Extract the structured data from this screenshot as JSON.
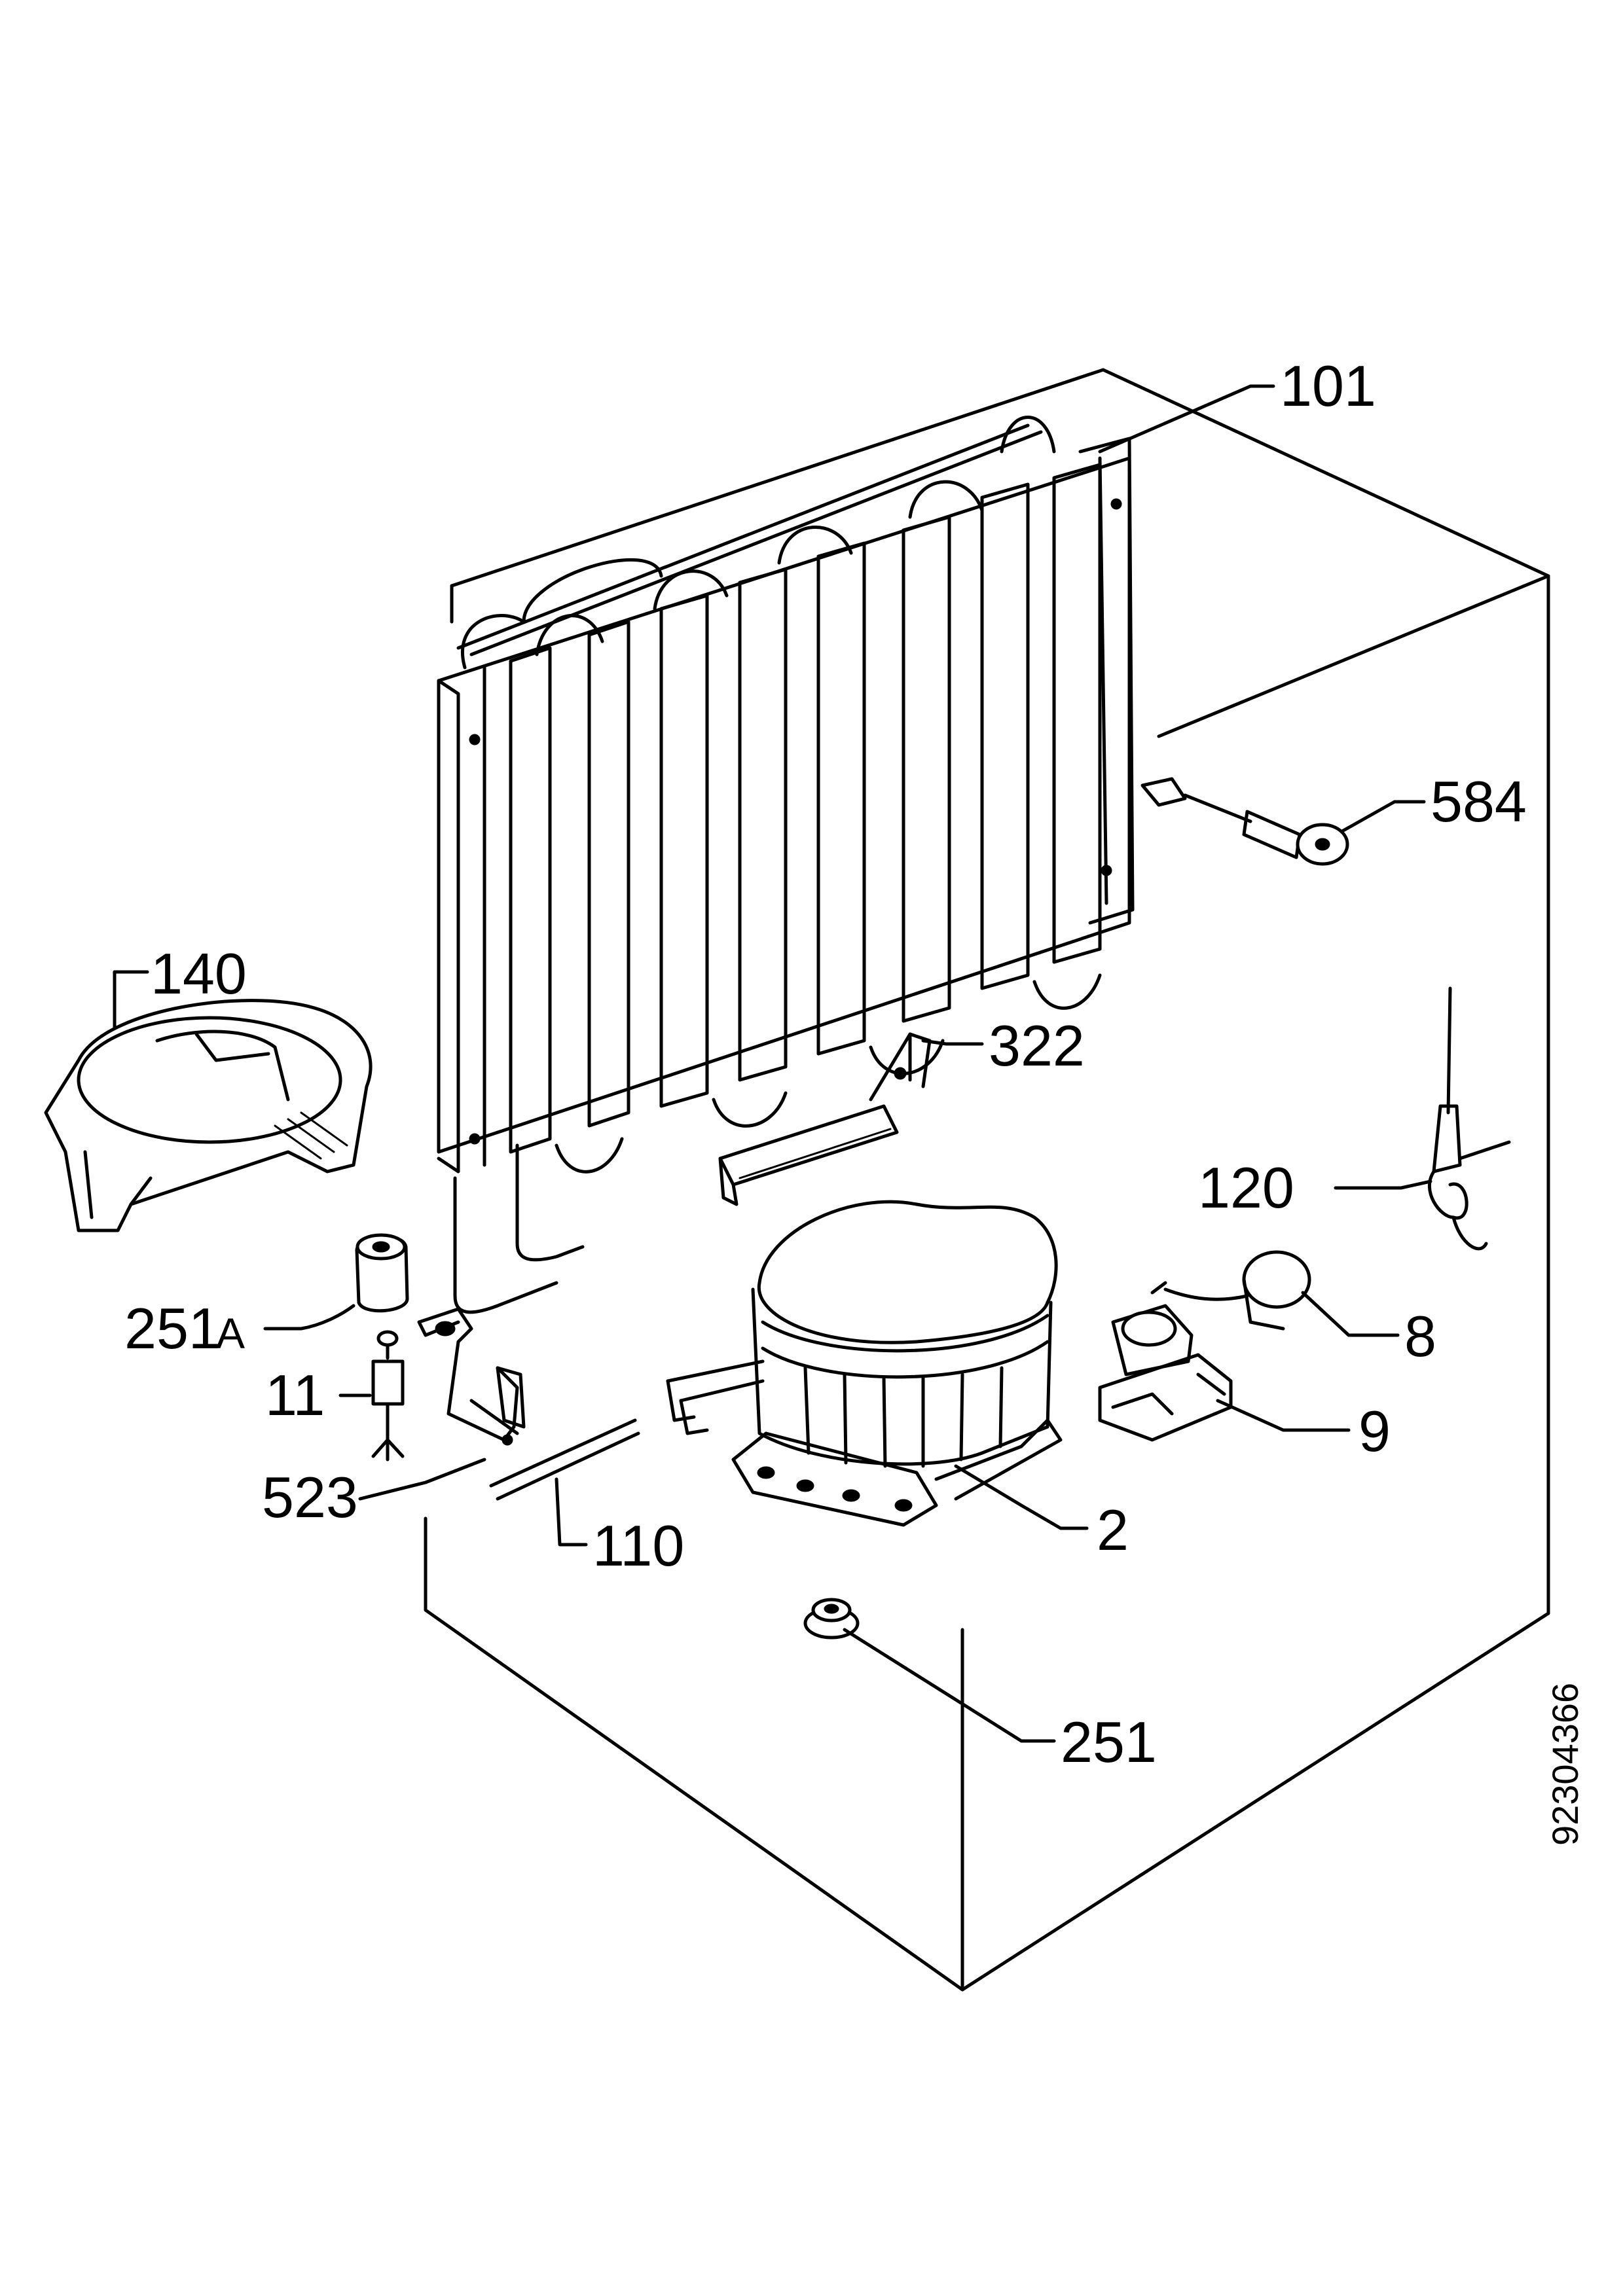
{
  "labels": {
    "p101": "101",
    "p584": "584",
    "p140": "140",
    "p322": "322",
    "p120": "120",
    "p251a_num": "251",
    "p251a_suffix": "A",
    "p8": "8",
    "p11": "11",
    "p9": "9",
    "p523": "523",
    "p2": "2",
    "p110": "110",
    "p251": "251"
  },
  "document_code": "92304366"
}
